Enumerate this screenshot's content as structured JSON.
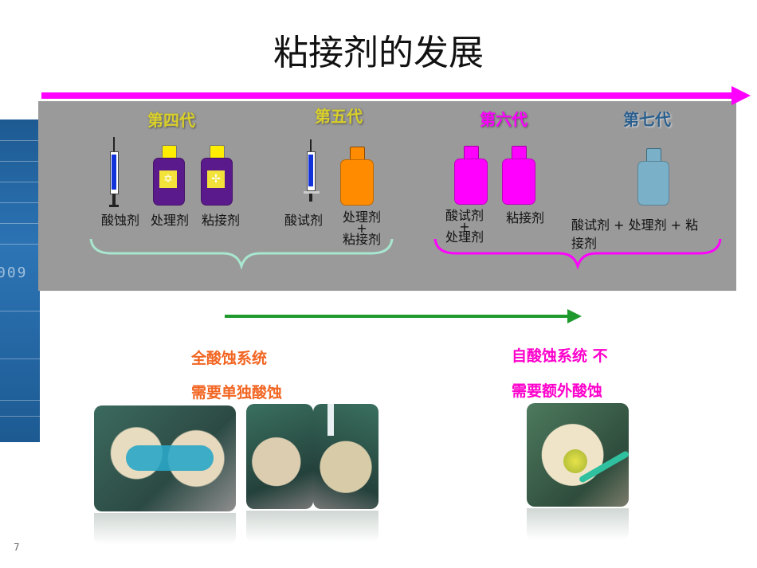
{
  "title": "粘接剂的发展",
  "left_decoration_text": "009",
  "generations": {
    "g4": "第四代",
    "g5": "第五代",
    "g6": "第六代",
    "g7": "第七代"
  },
  "labels": {
    "g4_etchant": "酸蚀剂",
    "g4_primer": "处理剂",
    "g4_adhesive": "粘接剂",
    "g5_acid": "酸试剂",
    "g5_primer_line1": "处理剂",
    "g5_plus": "+",
    "g5_primer_line2": "粘接剂",
    "g6_combo_line1": "酸试剂",
    "g6_plus": "+",
    "g6_combo_line2": "处理剂",
    "g6_adhesive": "粘接剂",
    "g7_line1": "酸试剂 + 处理剂 + 粘",
    "g7_line2": "接剂"
  },
  "icons": {
    "star": "✡",
    "cross": "✢"
  },
  "systems": {
    "total_etch_line1": "全酸蚀系统",
    "total_etch_line2": "需要单独酸蚀",
    "self_etch_line1": "自酸蚀系统  不",
    "self_etch_line2": "需要额外酸蚀"
  },
  "colors": {
    "timeline": "#ff00ff",
    "panel": "#9a9a9a",
    "bracket_left": "#a8e6cf",
    "bracket_right": "#ff00ff",
    "arrow_green": "#1e9a2d",
    "orange_text": "#f26522",
    "pink_text": "#ff00cc",
    "bottle_purple": "#5b1a8c",
    "bottle_orange": "#ff8c00",
    "bottle_magenta": "#ff00ff",
    "bottle_blue": "#7ab0c8",
    "cap_yellow": "#ffee00"
  },
  "page_number": "7"
}
